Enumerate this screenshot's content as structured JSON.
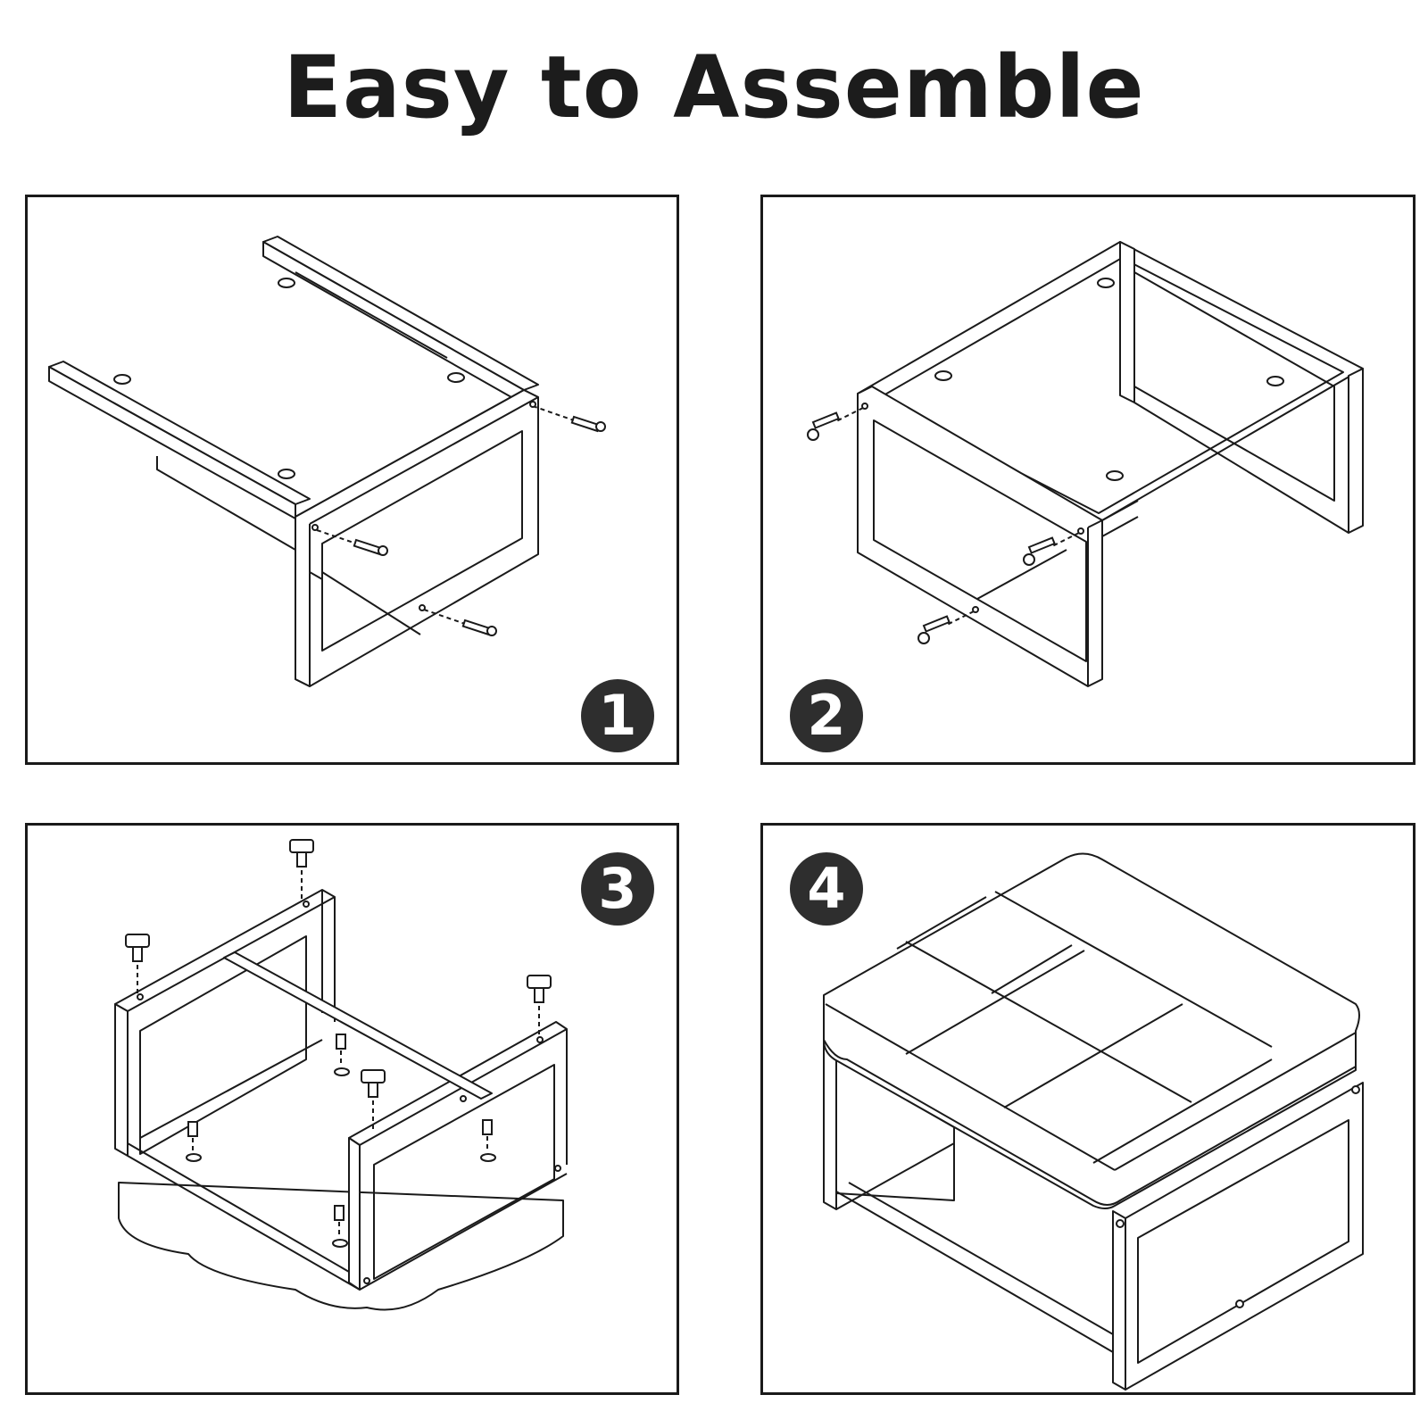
{
  "title": "Easy to Assemble",
  "steps": [
    {
      "number": "1"
    },
    {
      "number": "2"
    },
    {
      "number": "3"
    },
    {
      "number": "4"
    }
  ]
}
